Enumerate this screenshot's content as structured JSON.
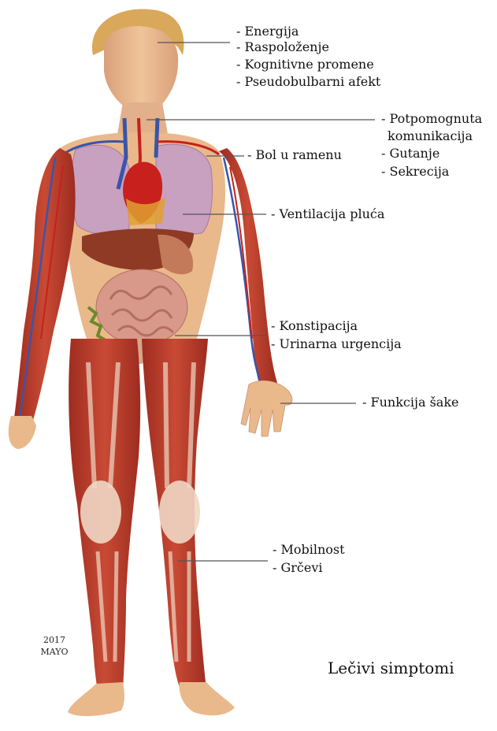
{
  "labels": {
    "head": [
      "- Energija",
      "- Raspoloženje",
      "- Kognitivne promene",
      "- Pseudobulbarni afekt"
    ],
    "throat": [
      "- Potpomognuta",
      "komunikacija",
      "- Gutanje",
      "- Sekrecija"
    ],
    "shoulder": [
      "- Bol u ramenu"
    ],
    "lungs": [
      "- Ventilacija pluća"
    ],
    "abdomen": [
      "- Konstipacija",
      "- Urinarna urgencija"
    ],
    "hand": [
      "- Funkcija šake"
    ],
    "legs": [
      "- Mobilnost",
      "- Grčevi"
    ]
  },
  "copyright": {
    "year": "2017",
    "brand": "MAYO"
  },
  "caption": "Lečivi simptomi",
  "colors": {
    "skin": "#e9b98c",
    "muscle": "#b83a2a",
    "lung": "#c8a0c0",
    "vein": "#3a55a8",
    "artery": "#c8201c",
    "hair": "#d9a85a"
  }
}
